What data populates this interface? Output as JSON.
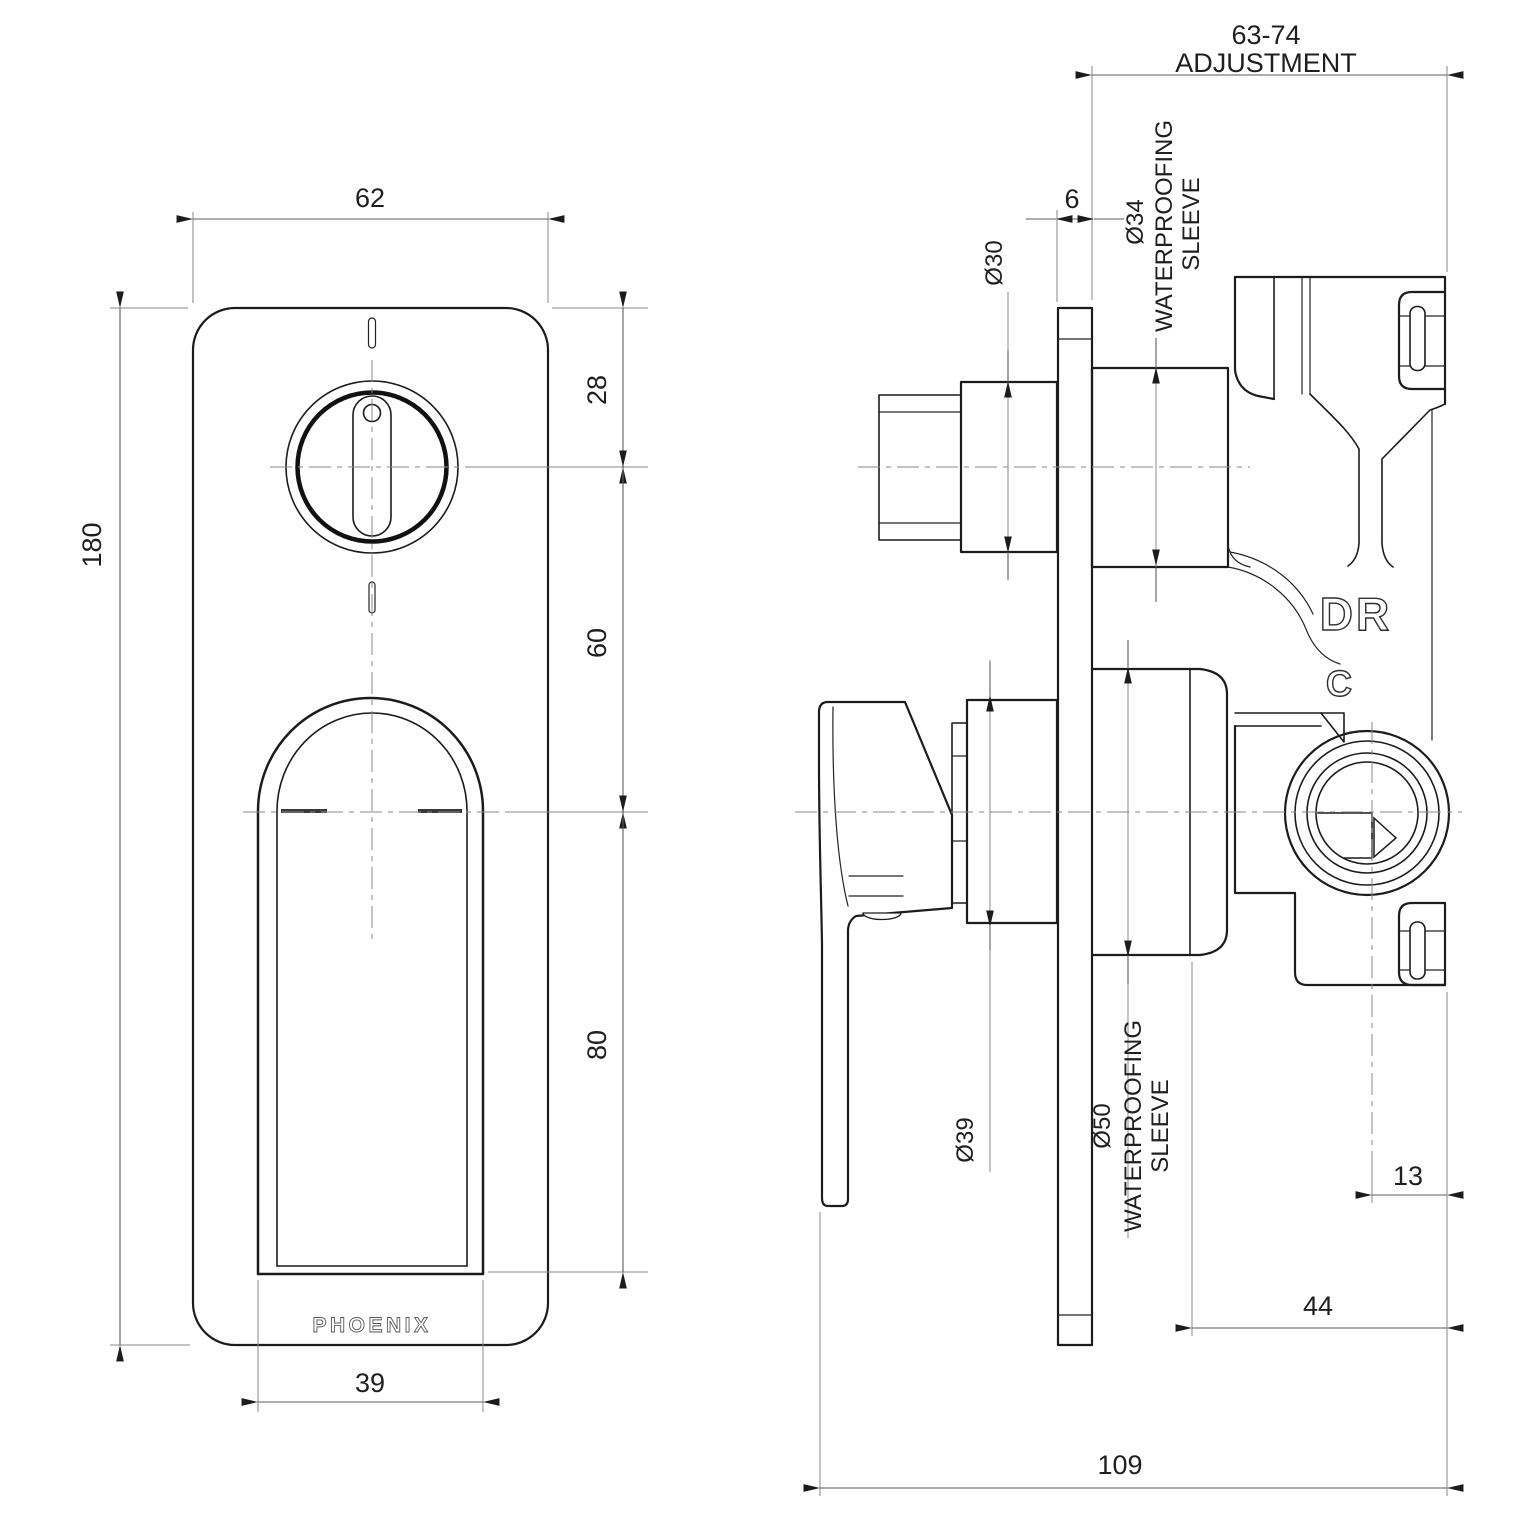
{
  "drawing": {
    "brand_label": "PHOENIX",
    "casting_marks": {
      "mark_dr": "DR",
      "mark_c": "C"
    },
    "front_view": {
      "dim_width": "62",
      "dim_height": "180",
      "dim_plate_top_to_dial": "28",
      "dim_dial_to_handle": "60",
      "dim_handle_length": "80",
      "dim_handle_width": "39"
    },
    "side_view": {
      "dim_adjustment_value": "63-74",
      "dim_adjustment_label": "ADJUSTMENT",
      "dim_plate_thickness": "6",
      "dim_dial_spindle_dia": "Ø30",
      "dim_upper_sleeve_dia": "Ø34",
      "sleeve_label_line1": "WATERPROOFING",
      "sleeve_label_line2": "SLEEVE",
      "dim_handle_hub_dia": "Ø39",
      "dim_lower_sleeve_dia": "Ø50",
      "dim_outlet_offset": "13",
      "dim_body_depth": "44",
      "dim_overall_depth": "109"
    }
  }
}
